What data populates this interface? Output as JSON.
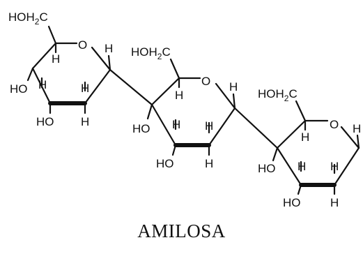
{
  "caption": "AMILOSA",
  "ring1": {
    "hoh2c": "HOH",
    "hoh2c_sub": "2",
    "hoh2c_c": "C",
    "o": "O",
    "h_c1": "H",
    "h_c5": "H",
    "ho_c4": "HO",
    "h_c4": "H",
    "h_c3": "H",
    "ho_c3": "HO",
    "h_c2": "H"
  },
  "ring2": {
    "hoh2c": "HOH",
    "hoh2c_sub": "2",
    "hoh2c_c": "C",
    "o": "O",
    "h_c1": "H",
    "h_c5": "H",
    "ho_c4": "HO",
    "h_c3": "H",
    "h_c2": "H",
    "ho_c3": "HO",
    "h_c2b": "H"
  },
  "ring3": {
    "hoh2c": "HOH",
    "hoh2c_sub": "2",
    "hoh2c_c": "C",
    "o": "O",
    "h_c1": "H",
    "h_c5": "H",
    "ho_c4": "HO",
    "h_c3": "H",
    "h_c2": "H",
    "ho_c3": "HO",
    "h_c2b": "H"
  }
}
